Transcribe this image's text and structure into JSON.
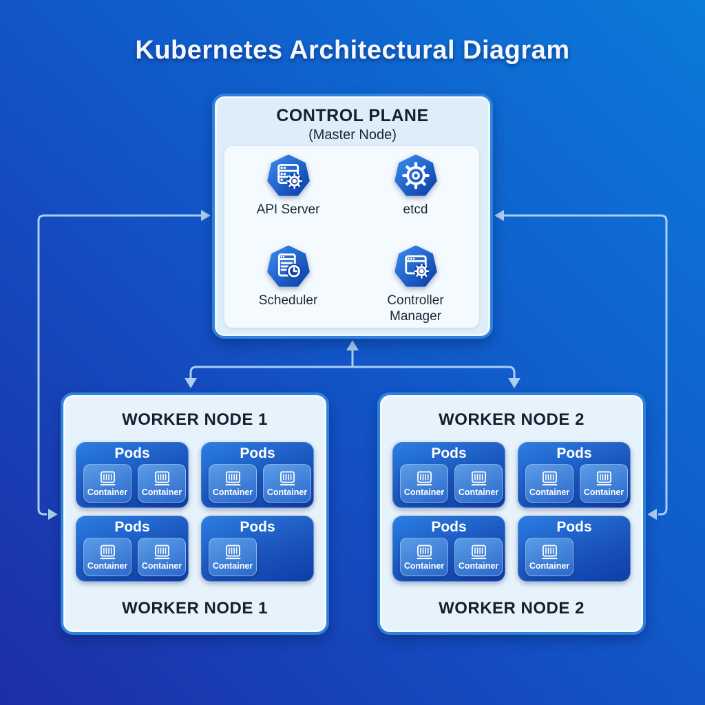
{
  "title": "Kubernetes Architectural Diagram",
  "control_plane": {
    "title": "CONTROL PLANE",
    "subtitle": "(Master Node)",
    "components": [
      {
        "label": "API Server",
        "icon": "api-server-icon"
      },
      {
        "label": "etcd",
        "icon": "etcd-icon"
      },
      {
        "label": "Scheduler",
        "icon": "scheduler-icon"
      },
      {
        "label": "Controller Manager",
        "icon": "controller-manager-icon"
      }
    ]
  },
  "worker_nodes": [
    {
      "title": "WORKER NODE 1",
      "footer": "WORKER NODE 1",
      "pods": [
        {
          "label": "Pods",
          "containers": [
            "Container",
            "Container"
          ]
        },
        {
          "label": "Pods",
          "containers": [
            "Container",
            "Container"
          ]
        },
        {
          "label": "Pods",
          "containers": [
            "Container",
            "Container"
          ]
        },
        {
          "label": "Pods",
          "containers": [
            "Container"
          ]
        }
      ]
    },
    {
      "title": "WORKER NODE 2",
      "footer": "WORKER NODE 2",
      "pods": [
        {
          "label": "Pods",
          "containers": [
            "Container",
            "Container"
          ]
        },
        {
          "label": "Pods",
          "containers": [
            "Container",
            "Container"
          ]
        },
        {
          "label": "Pods",
          "containers": [
            "Container",
            "Container"
          ]
        },
        {
          "label": "Pods",
          "containers": [
            "Container"
          ]
        }
      ]
    }
  ],
  "colors": {
    "background_start": "#1d2ea6",
    "background_mid": "#1254c7",
    "background_end": "#0b7ad9",
    "box_border": "#2e82dc",
    "control_plane_fill": "#ddedfa",
    "panel_fill": "#f4fafe",
    "worker_fill": "#e7f3fc",
    "pod_gradient_start": "#2b7ee2",
    "pod_gradient_end": "#0f3da5",
    "container_tile": "#4a90e0",
    "heptagon_start": "#3a8cf0",
    "heptagon_end": "#0a3ea6",
    "connector": "#abcfef",
    "title_text": "#f3f8ff",
    "dark_text": "#16202e"
  }
}
